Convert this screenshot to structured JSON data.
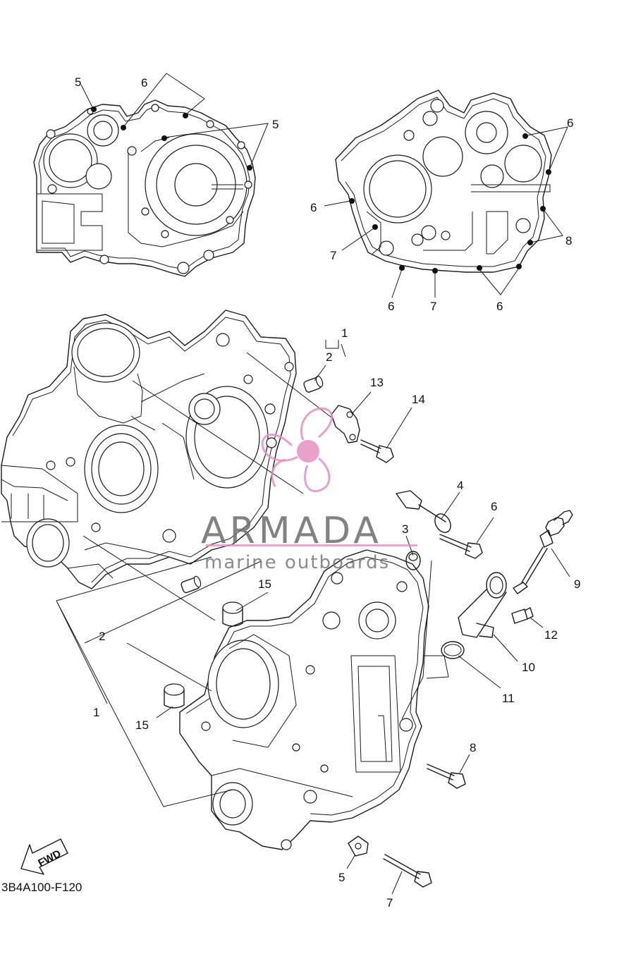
{
  "diagram_code": "3B4A100-F120",
  "fwd_label": "FWD",
  "watermark": {
    "brand": "ARMADA",
    "tagline": "marine outboards"
  },
  "callouts": {
    "top_left": [
      "5",
      "6",
      "5"
    ],
    "top_right": [
      "6",
      "6",
      "7",
      "8",
      "6",
      "7",
      "6"
    ],
    "main": [
      "1",
      "2",
      "13",
      "14",
      "4",
      "6",
      "3",
      "9",
      "15",
      "12",
      "2",
      "10",
      "11",
      "1",
      "15",
      "8",
      "5",
      "7"
    ]
  }
}
